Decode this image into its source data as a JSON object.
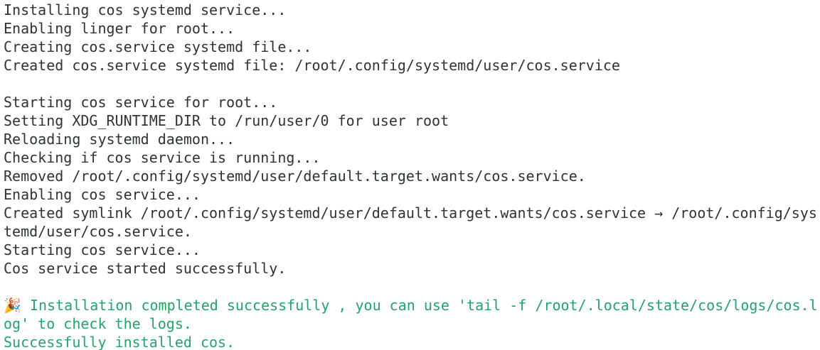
{
  "colors": {
    "background": "#ffffff",
    "foreground": "#2e3436",
    "success": "#26a269"
  },
  "terminal": {
    "lines": [
      {
        "text": "Installing cos systemd service...",
        "color": "default"
      },
      {
        "text": "Enabling linger for root...",
        "color": "default"
      },
      {
        "text": "Creating cos.service systemd file...",
        "color": "default"
      },
      {
        "text": "Created cos.service systemd file: /root/.config/systemd/user/cos.service",
        "color": "default"
      },
      {
        "text": "",
        "color": "default"
      },
      {
        "text": "Starting cos service for root...",
        "color": "default"
      },
      {
        "text": "Setting XDG_RUNTIME_DIR to /run/user/0 for user root",
        "color": "default"
      },
      {
        "text": "Reloading systemd daemon...",
        "color": "default"
      },
      {
        "text": "Checking if cos service is running...",
        "color": "default"
      },
      {
        "text": "Removed /root/.config/systemd/user/default.target.wants/cos.service.",
        "color": "default"
      },
      {
        "text": "Enabling cos service...",
        "color": "default"
      },
      {
        "text": "Created symlink /root/.config/systemd/user/default.target.wants/cos.service → /root/.config/sys",
        "color": "default"
      },
      {
        "text": "temd/user/cos.service.",
        "color": "default"
      },
      {
        "text": "Starting cos service...",
        "color": "default"
      },
      {
        "text": "Cos service started successfully.",
        "color": "default"
      },
      {
        "text": "",
        "color": "default"
      },
      {
        "text": "🎉 Installation completed successfully , you can use 'tail -f /root/.local/state/cos/logs/cos.l",
        "color": "success"
      },
      {
        "text": "og' to check the logs.",
        "color": "success"
      },
      {
        "text": "Successfully installed cos.",
        "color": "success"
      }
    ]
  }
}
